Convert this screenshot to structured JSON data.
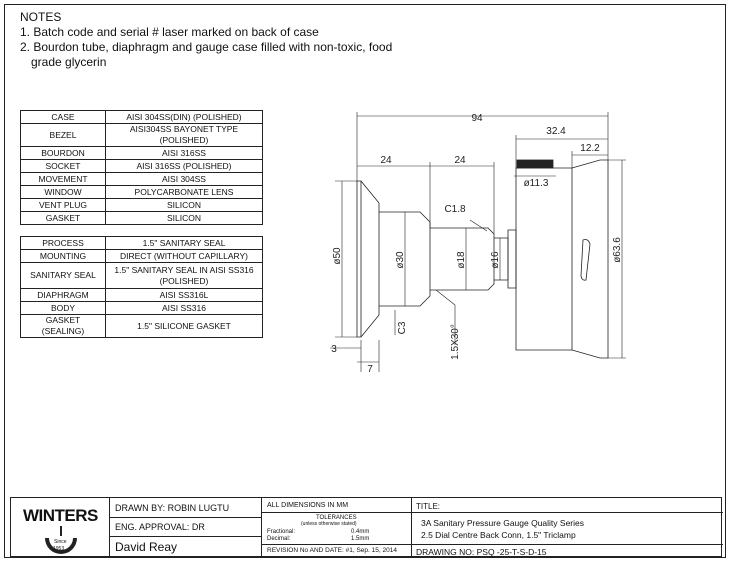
{
  "notes": {
    "heading": "NOTES",
    "line1": "1. Batch code and serial # laser marked on back of case",
    "line2": "2. Bourdon tube, diaphragm and gauge case filled with non-toxic, food",
    "line3": "grade glycerin"
  },
  "materials": [
    {
      "label": "CASE",
      "value": "AISI 304SS(DIN) (POLISHED)"
    },
    {
      "label": "BEZEL",
      "value": "AISI304SS BAYONET TYPE (POLISHED)"
    },
    {
      "label": "BOURDON",
      "value": "AISI 316SS"
    },
    {
      "label": "SOCKET",
      "value": "AISI 316SS (POLISHED)"
    },
    {
      "label": "MOVEMENT",
      "value": "AISI 304SS"
    },
    {
      "label": "WINDOW",
      "value": "POLYCARBONATE LENS"
    },
    {
      "label": "VENT PLUG",
      "value": "SILICON"
    },
    {
      "label": "GASKET",
      "value": "SILICON"
    }
  ],
  "seal": [
    {
      "label": "PROCESS",
      "value": "1.5\" SANITARY SEAL"
    },
    {
      "label": "MOUNTING",
      "value": "DIRECT (WITHOUT CAPILLARY)"
    },
    {
      "label": "SANITARY SEAL",
      "value": "1.5\" SANITARY SEAL IN AISI SS316",
      "value2": "(POLISHED)"
    },
    {
      "label": "DIAPHRAGM",
      "value": "AISI SS316L"
    },
    {
      "label": "BODY",
      "value": "AISI SS316"
    },
    {
      "label": "GASKET (SEALING)",
      "value": "1.5\" SILICONE GASKET"
    }
  ],
  "dims": {
    "overall": "94",
    "d1": "24",
    "d2": "24",
    "d3": "32.4",
    "d4": "12.2",
    "phi113": "ø11.3",
    "c18": "C1.8",
    "phi50": "ø50",
    "phi30": "ø30",
    "phi18": "ø18",
    "phi16": "ø16",
    "phi636": "ø63.6",
    "c3": "C3",
    "chamfer": "1.5X30°",
    "d3b": "3",
    "d7": "7"
  },
  "title_block": {
    "logo": "WINTERS",
    "since": "Since",
    "year": "1953",
    "drawn_by": "DRAWN BY: ROBIN LUGTU",
    "eng_approval": "ENG. APPROVAL: DR",
    "signature": "David Reay",
    "all_dims": "ALL DIMENSIONS IN MM",
    "tolerances": "TOLERANCES",
    "unless": "(unless otherwise stated)",
    "fractional_label": "Fractional:",
    "fractional_value": "0.4mm",
    "decimal_label": "Decimal:",
    "decimal_value": "1.5mm",
    "revision": "REVISION No AND DATE: #1, Sep. 15, 2014",
    "title_label": "TITLE:",
    "title_line1": "3A  Sanitary Pressure   Gauge Quality Series",
    "title_line2": "2.5 Dial Centre Back Conn, 1.5\" Triclamp",
    "drawing_no": "DRAWING NO:  PSQ -25-T-S-D-15"
  }
}
